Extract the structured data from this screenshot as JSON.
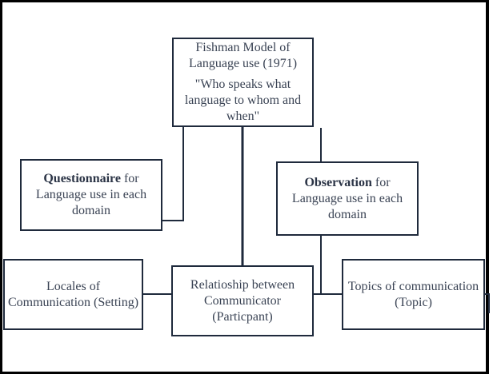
{
  "nodes": {
    "fishman": {
      "title": "Fishman Model of Language use (1971)",
      "quote": "\"Who speaks what language to whom and when\""
    },
    "questionnaire": {
      "bold": "Questionnaire",
      "rest": " for Language use in each domain"
    },
    "observation": {
      "bold": "Observation",
      "rest": " for Language use in each domain"
    },
    "locales": {
      "text": "Locales of Communication (Setting)"
    },
    "relationship": {
      "text": "Relatioship between Communicator (Particpant)"
    },
    "topics": {
      "text": "Topics of communication (Topic)"
    }
  },
  "colors": {
    "border": "#1f2a3c",
    "text": "#3a4354",
    "frame": "#000000"
  }
}
